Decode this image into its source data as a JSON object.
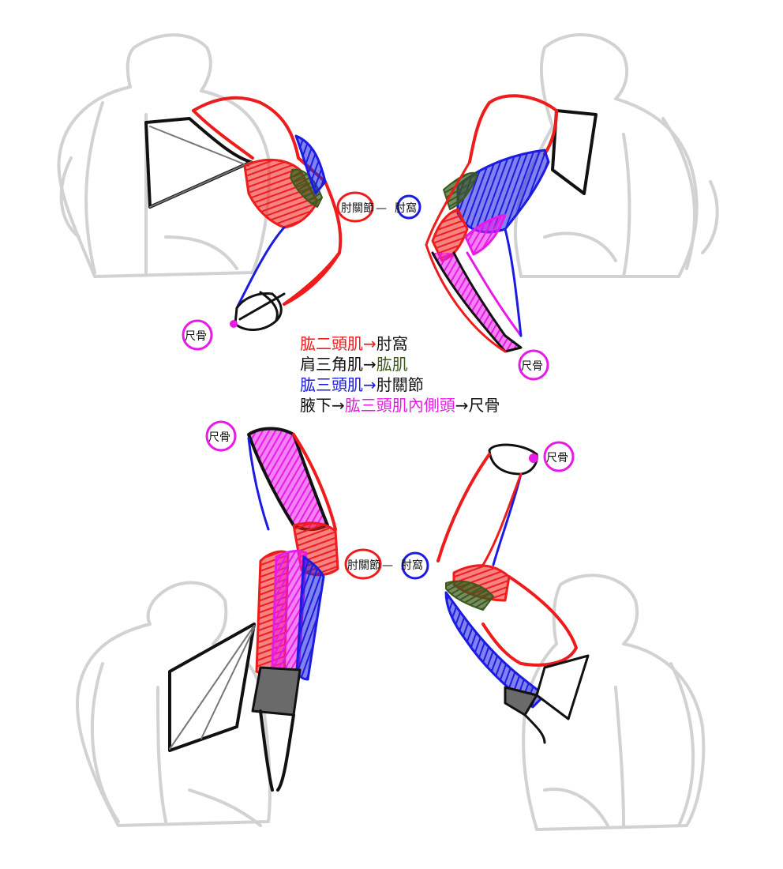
{
  "colors": {
    "red": "#ee1c1c",
    "blue": "#1b1ce0",
    "magenta": "#e81ae8",
    "green": "#3b5a1c",
    "black": "#111111",
    "gray": "#cfcfcf",
    "dark_gray": "#6a6a6a"
  },
  "labels": {
    "elbow_joint": "肘關節",
    "dash": "—",
    "elbow_pit": "肘窩",
    "ulna": "尺骨"
  },
  "legend": [
    {
      "parts": [
        {
          "text": "肱二頭肌",
          "color": "#ee1c1c"
        },
        {
          "text": "→",
          "color": "#ee1c1c"
        },
        {
          "text": "肘窩",
          "color": "#111111"
        }
      ]
    },
    {
      "parts": [
        {
          "text": "肩三角肌",
          "color": "#111111"
        },
        {
          "text": "→",
          "color": "#111111"
        },
        {
          "text": "肱肌",
          "color": "#3b5a1c"
        }
      ]
    },
    {
      "parts": [
        {
          "text": "肱三頭肌",
          "color": "#1b1ce0"
        },
        {
          "text": "→",
          "color": "#1b1ce0"
        },
        {
          "text": "肘關節",
          "color": "#111111"
        }
      ]
    },
    {
      "parts": [
        {
          "text": "腋下",
          "color": "#111111"
        },
        {
          "text": "→",
          "color": "#111111"
        },
        {
          "text": "肱三頭肌內側頭",
          "color": "#e81ae8"
        },
        {
          "text": "→",
          "color": "#111111"
        },
        {
          "text": "尺骨",
          "color": "#111111"
        }
      ]
    }
  ]
}
